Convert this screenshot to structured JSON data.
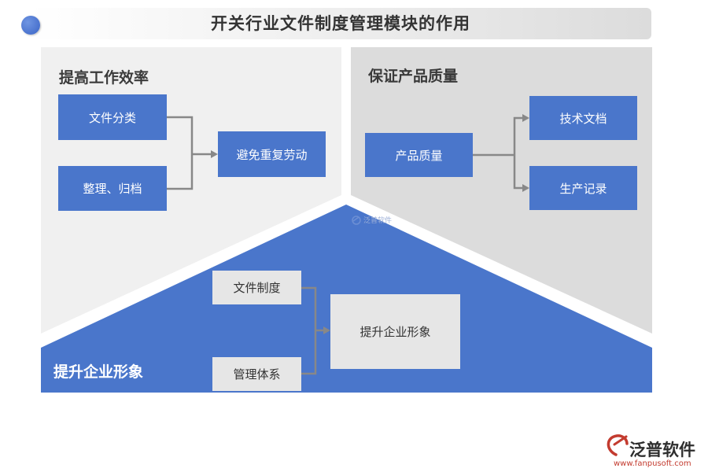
{
  "title": "开关行业文件制度管理模块的作用",
  "sections": {
    "left": {
      "label": "提高工作效率",
      "inputs": [
        "文件分类",
        "整理、归档"
      ],
      "output": "避免重复劳动"
    },
    "right": {
      "label": "保证产品质量",
      "input": "产品质量",
      "outputs": [
        "技术文档",
        "生产记录"
      ]
    },
    "bottom": {
      "label": "提升企业形象",
      "inputs": [
        "文件制度",
        "管理体系"
      ],
      "output": "提升企业形象"
    }
  },
  "watermark": "泛普软件",
  "logo": {
    "name": "泛普软件",
    "url": "www.fanpusoft.com"
  },
  "colors": {
    "blue": "#4a76cb",
    "light_panel": "#f0f0f0",
    "mid_panel": "#dcdcdc",
    "grey_box": "#e6e6e6",
    "connector": "#888888"
  }
}
